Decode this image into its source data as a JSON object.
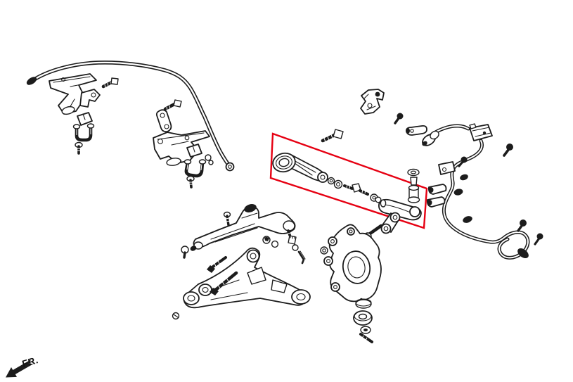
{
  "figure": {
    "kind": "exploded-parts-diagram",
    "subject": "rear suspension assembly",
    "background_color": "#ffffff",
    "line_color": "#1c1c1c",
    "highlight": {
      "shape": "rotated-rectangle",
      "color": "#e60012",
      "purpose": "highlights the adjustable rear toe control arm kit"
    },
    "direction_label": {
      "text": "FR.",
      "rotation_deg": -16
    },
    "parts": [
      "rear-stabilizer-bar",
      "stabilizer-bracket-left",
      "stabilizer-lug-left",
      "stabilizer-bolt-left",
      "stabilizer-bushing-left",
      "stabilizer-holder-left",
      "stabilizer-screw-left",
      "stabilizer-link-right",
      "stabilizer-bolt-right",
      "stabilizer-bracket-right",
      "stabilizer-bushing-right",
      "stabilizer-holder-right",
      "stabilizer-screw-right",
      "sensor-bracket",
      "flange-bolt",
      "toe-arm-with-bushing",
      "washer",
      "lock-nut",
      "toe-adjuster-bolt",
      "washer-pair",
      "tie-rod-end",
      "upper-compensator-arm",
      "arm-bolt",
      "castle-nut",
      "cotter-pin",
      "lower-control-arm",
      "control-arm-bolts",
      "ball-stud",
      "small-screw",
      "rear-knuckle",
      "knuckle-nut",
      "knuckle-washer",
      "knuckle-bushing",
      "spacer",
      "knuckle-bolt",
      "toe-link",
      "link-bolt",
      "abs-sensor-harness",
      "harness-connector",
      "harness-clamps",
      "harness-bolts",
      "fr-direction-arrow"
    ]
  }
}
